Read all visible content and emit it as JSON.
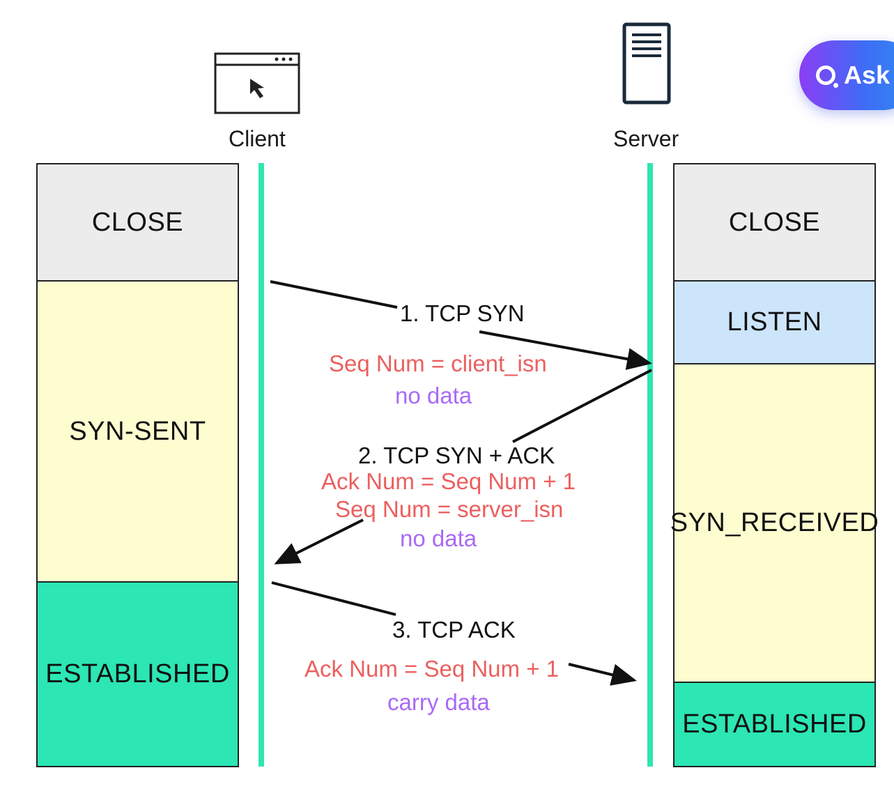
{
  "client": {
    "label": "Client",
    "icon": "browser-window-cursor-icon",
    "states": [
      {
        "name": "CLOSE",
        "color": "#ececec"
      },
      {
        "name": "SYN-SENT",
        "color": "#fdfdd0"
      },
      {
        "name": "ESTABLISHED",
        "color": "#2ce6b4"
      }
    ]
  },
  "server": {
    "label": "Server",
    "icon": "server-tower-icon",
    "states": [
      {
        "name": "CLOSE",
        "color": "#ececec"
      },
      {
        "name": "LISTEN",
        "color": "#cce5fb"
      },
      {
        "name": "SYN_RECEIVED",
        "color": "#fdfdd0"
      },
      {
        "name": "ESTABLISHED",
        "color": "#2ce6b4"
      }
    ]
  },
  "lifeline_color": "#2ee6b0",
  "messages": [
    {
      "title": "1. TCP SYN",
      "lines": [
        {
          "text": "Seq Num = client_isn",
          "color": "red"
        },
        {
          "text": "no data",
          "color": "purple"
        }
      ]
    },
    {
      "title": "2. TCP SYN + ACK",
      "lines": [
        {
          "text": "Ack Num = Seq Num + 1",
          "color": "red"
        },
        {
          "text": "Seq Num = server_isn",
          "color": "red"
        },
        {
          "text": "no data",
          "color": "purple"
        }
      ]
    },
    {
      "title": "3. TCP ACK",
      "lines": [
        {
          "text": "Ack Num = Seq Num + 1",
          "color": "red"
        },
        {
          "text": "carry data",
          "color": "purple"
        }
      ]
    }
  ],
  "ask_button": {
    "label": "Ask",
    "icon": "search-ring-icon"
  }
}
